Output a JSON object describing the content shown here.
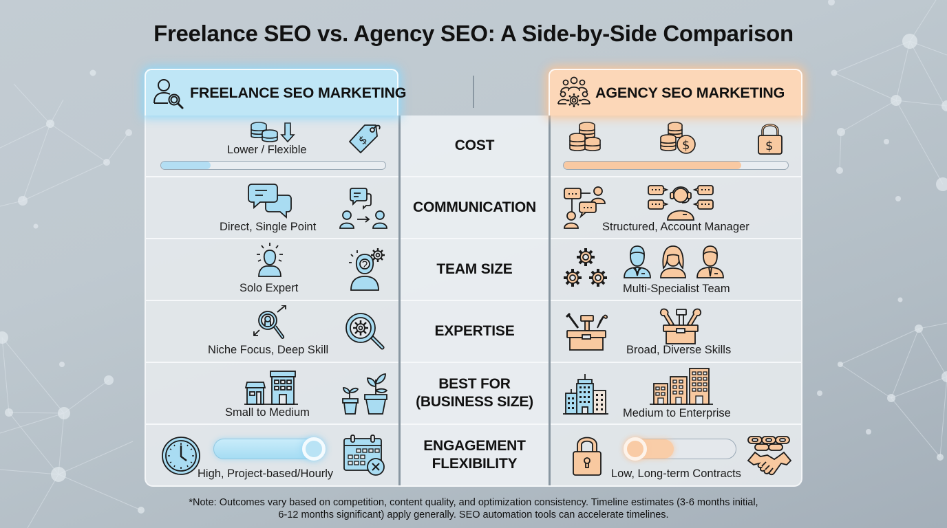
{
  "title": "Freelance SEO vs. Agency SEO: A Side-by-Side Comparison",
  "colors": {
    "freelance_accent": "#bfe6f6",
    "freelance_icon_fill": "#a9dcf2",
    "agency_accent": "#fcd7b8",
    "agency_icon_fill": "#f8c9a0",
    "outline": "#1a1a1a",
    "column_divider": "#8896a1"
  },
  "headers": {
    "freelance": {
      "label": "FREELANCE SEO MARKETING",
      "icon": "user-search-icon"
    },
    "agency": {
      "label": "AGENCY SEO MARKETING",
      "icon": "team-gear-icon"
    }
  },
  "rows": [
    {
      "criterion": "COST",
      "freelance": {
        "value": "Lower / Flexible",
        "icons": [
          "coins-down-arrow-icon",
          "price-tag-icon"
        ],
        "bar_percent": 22
      },
      "agency": {
        "value": "",
        "icons": [
          "coin-stacks-icon",
          "coins-dollar-icon",
          "dollar-lock-icon"
        ],
        "bar_percent": 79
      }
    },
    {
      "criterion": "COMMUNICATION",
      "freelance": {
        "value": "Direct, Single Point",
        "icons": [
          "chat-bubbles-icon",
          "person-to-person-icon"
        ]
      },
      "agency": {
        "value": "Structured, Account Manager",
        "icons": [
          "org-chat-icon",
          "account-manager-headset-icon"
        ]
      }
    },
    {
      "criterion": "TEAM SIZE",
      "freelance": {
        "value": "Solo Expert",
        "icons": [
          "solo-person-icon",
          "expert-mind-gear-icon"
        ]
      },
      "agency": {
        "value": "Multi-Specialist Team",
        "icons": [
          "gears-icon",
          "team-members-icon"
        ]
      }
    },
    {
      "criterion": "EXPERTISE",
      "freelance": {
        "value": "Niche Focus, Deep Skill",
        "icons": [
          "focus-magnifier-icon",
          "gear-magnifier-icon"
        ]
      },
      "agency": {
        "value": "Broad, Diverse Skills",
        "icons": [
          "toolbox-icon",
          "toolbox-wrenches-icon"
        ]
      }
    },
    {
      "criterion_line1": "BEST FOR",
      "criterion_line2": "(BUSINESS SIZE)",
      "freelance": {
        "value": "Small to Medium",
        "icons": [
          "shop-and-building-icon",
          "potted-plants-icon"
        ]
      },
      "agency": {
        "value": "Medium to Enterprise",
        "icons": [
          "skyscrapers-icon",
          "office-buildings-icon"
        ]
      }
    },
    {
      "criterion_line1": "ENGAGEMENT",
      "criterion_line2": "FLEXIBILITY",
      "freelance": {
        "value": "High, Project-based/Hourly",
        "icons": [
          "clock-icon",
          "calendar-cancel-icon"
        ],
        "slider_position": "high"
      },
      "agency": {
        "value": "Low, Long-term Contracts",
        "icons": [
          "padlock-icon",
          "chain-handshake-icon"
        ],
        "slider_position": "low"
      }
    }
  ],
  "footnote": {
    "line1": "*Note: Outcomes vary based on competition, content quality, and optimization consistency. Timeline estimates (3-6 months initial,",
    "line2": "6-12 months significant) apply generally. SEO automation tools can accelerate timelines."
  }
}
